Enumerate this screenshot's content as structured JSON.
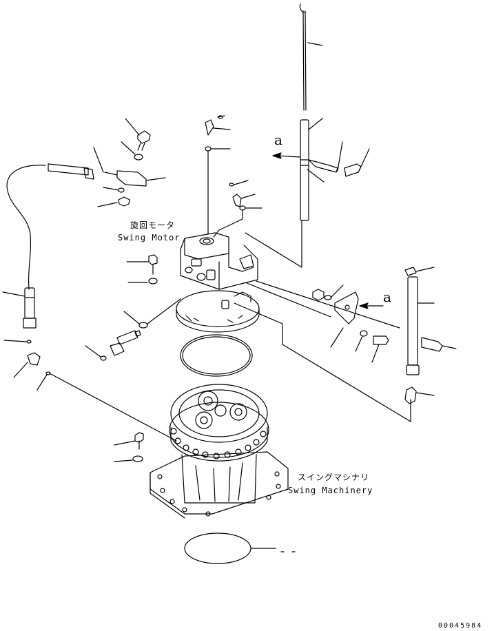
{
  "labels": {
    "swing_motor_jp": "旋回モータ",
    "swing_motor_en": "Swing Motor",
    "swing_machinery_jp": "スイングマシナリ",
    "swing_machinery_en": "Swing Machinery",
    "view_mark_1": "a",
    "view_mark_2": "a",
    "drawing_number": "00045984"
  }
}
